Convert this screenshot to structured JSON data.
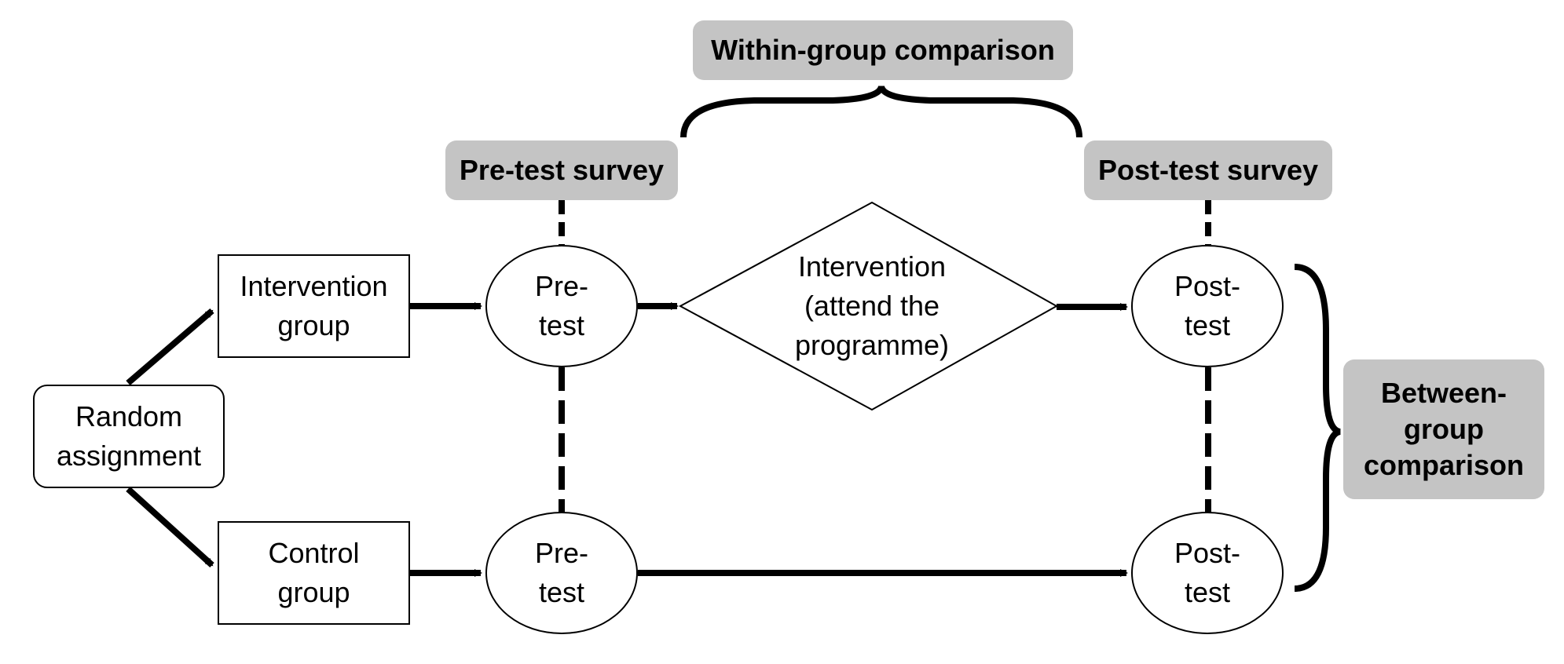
{
  "labels": {
    "within_group": "Within-group comparison",
    "pre_survey": "Pre-test survey",
    "post_survey": "Post-test survey",
    "between_group": "Between-\ngroup\ncomparison"
  },
  "nodes": {
    "random_assignment": "Random\nassignment",
    "intervention_group": "Intervention\ngroup",
    "control_group": "Control\ngroup",
    "pretest_top": "Pre-\ntest",
    "pretest_bottom": "Pre-\ntest",
    "intervention": "Intervention\n(attend the\nprogramme)",
    "posttest_top": "Post-\ntest",
    "posttest_bottom": "Post-\ntest"
  }
}
